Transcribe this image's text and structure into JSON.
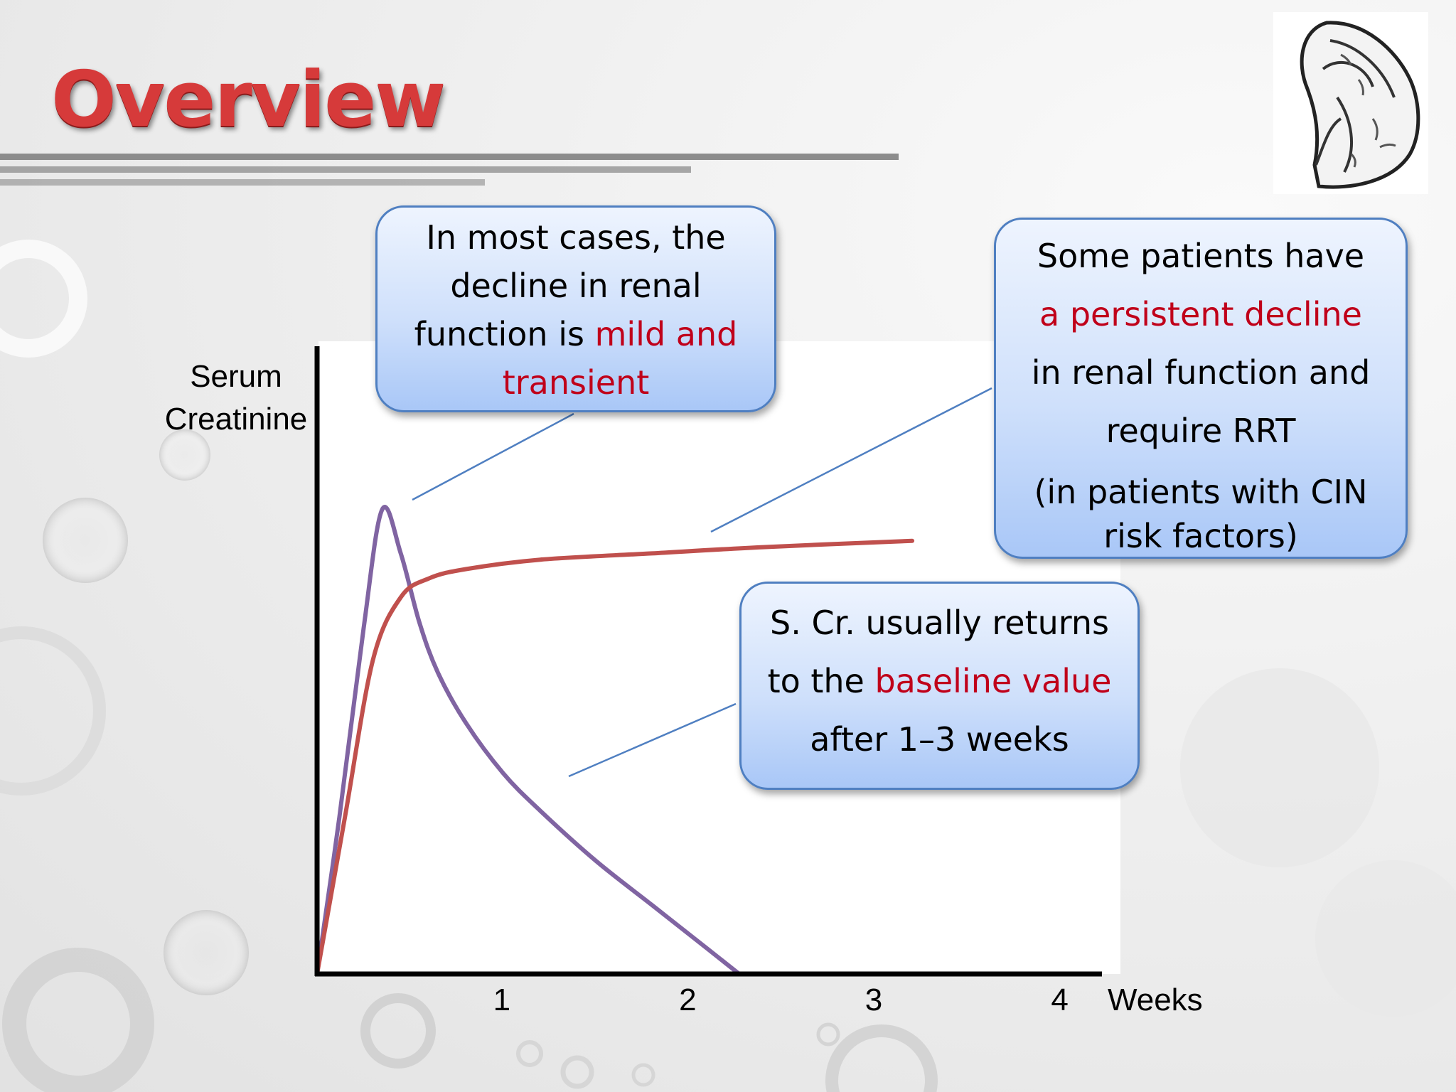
{
  "slide": {
    "title": "Overview",
    "logo_icon": "kidney-sketch-icon",
    "accent_color": "#d63a3a",
    "highlight_color": "#c0001a",
    "callout_border_color": "#4f7fc1"
  },
  "callouts": {
    "mild": {
      "line1": "In most cases, the",
      "line2": "decline in renal",
      "line3_prefix": "function is ",
      "line3_highlight": "mild and",
      "line4_highlight": "transient"
    },
    "persistent": {
      "line1": "Some patients have",
      "line2_highlight": "a persistent decline",
      "line3": "in renal function and",
      "line4": "require RRT",
      "line5": "(in patients with CIN",
      "line6": "risk factors)"
    },
    "baseline": {
      "line1": "S. Cr. usually returns",
      "line2_prefix": "to the ",
      "line2_highlight": "baseline value",
      "line3": "after 1–3 weeks"
    }
  },
  "chart_data": {
    "type": "line",
    "xlabel": "Weeks",
    "ylabel_lines": [
      "Serum",
      "Creatinine"
    ],
    "x_ticks": [
      "1",
      "2",
      "3",
      "4"
    ],
    "xlim": [
      0,
      4.4
    ],
    "ylim": [
      0,
      1
    ],
    "grid": false,
    "series": [
      {
        "color": "#8064a2",
        "x": [
          0,
          0.12,
          0.25,
          0.35,
          0.45,
          0.55,
          0.65,
          0.8,
          1.0,
          1.2,
          1.5,
          1.8,
          2.1,
          2.27
        ],
        "y": [
          0,
          0.25,
          0.55,
          0.74,
          0.67,
          0.56,
          0.48,
          0.4,
          0.32,
          0.26,
          0.18,
          0.11,
          0.04,
          0
        ]
      },
      {
        "color": "#c0504d",
        "x": [
          0,
          0.15,
          0.3,
          0.45,
          0.6,
          0.8,
          1.2,
          1.8,
          2.4,
          3.2
        ],
        "y": [
          0,
          0.25,
          0.5,
          0.6,
          0.63,
          0.645,
          0.66,
          0.67,
          0.68,
          0.69
        ]
      }
    ]
  }
}
